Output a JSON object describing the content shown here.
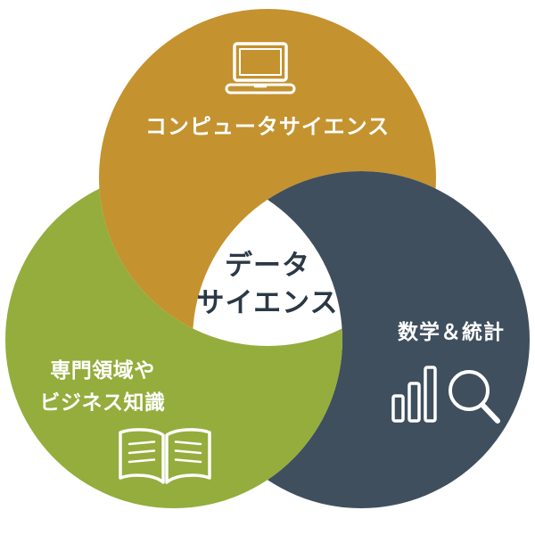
{
  "page": {
    "background_color": "#ffffff"
  },
  "diagram": {
    "title": {
      "line1": "データ",
      "line2": "サイエンス",
      "color": "#2b3845"
    },
    "segments": [
      {
        "name": "computer-science",
        "label": "コンピュータサイエンス",
        "color": "#c4922f",
        "icon": "laptop-icon"
      },
      {
        "name": "math-statistics",
        "label": "数学＆統計",
        "color": "#3f4f5e",
        "icon": "bar-chart-magnifier-icon"
      },
      {
        "name": "domain-business-knowledge",
        "label_line1": "専門領域や",
        "label_line2": "ビジネス知識",
        "color": "#94ad3c",
        "icon": "open-book-icon"
      }
    ],
    "icon_color": "#ffffff"
  }
}
